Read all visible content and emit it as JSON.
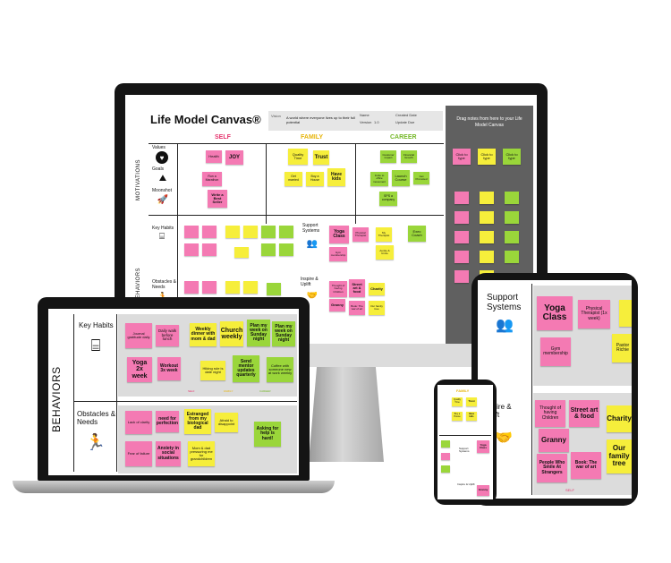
{
  "monitor": {
    "title": "Life Model Canvas®",
    "vision_label": "Vision",
    "vision_text": "A world where everyone lives up to their full potential",
    "meta": [
      {
        "label": "Name",
        "value": ""
      },
      {
        "label": "Version",
        "value": "1.0"
      },
      {
        "label": "Created Date",
        "value": ""
      },
      {
        "label": "Update Due",
        "value": ""
      }
    ],
    "columns": [
      "SELF",
      "FAMILY",
      "CAREER"
    ],
    "section_motivations": "MOTIVATIONS",
    "section_behaviors": "BEHAVIORS",
    "row_labels": [
      "Values",
      "Goals",
      "Moonshot",
      "Key Habits",
      "Obstacles & Needs"
    ],
    "mid_labels": [
      "Support Systems",
      "Inspire & Uplift"
    ],
    "values_notes": [
      "Health",
      "JOY",
      "Quality Time",
      "Trust",
      "Customer impact",
      "Financial Growth"
    ],
    "goals_notes": [
      "Run a Marathon",
      "Get married",
      "Buy a House",
      "Have kids",
      "Invite to office movement",
      "Launch Course",
      "Get Promoted"
    ],
    "moonshot_notes": [
      "Write a Best Seller",
      "SPS a company"
    ],
    "support_notes": [
      "Yoga Class",
      "Physical Therapist",
      "My Therapist",
      "Gym membership",
      "Auntie & Uncle",
      "Exec Coach"
    ],
    "inspire_notes": [
      "Thought of having Children",
      "Street art & food",
      "Charity",
      "Granny",
      "Book: The war of art",
      "Our family tree"
    ],
    "sidebar_text": "Drag notes from here to your Life Model Canvas",
    "sidebar_buttons": [
      "Click to type",
      "Click to type",
      "Click to type"
    ]
  },
  "laptop": {
    "section": "BEHAVIORS",
    "key_habits": "Key Habits",
    "obstacles": "Obstacles & Needs",
    "habit_notes": [
      {
        "text": "Journal gratitude daily",
        "color": "pink"
      },
      {
        "text": "Daily walk before lunch",
        "color": "pink"
      },
      {
        "text": "Weekly dinner with mom & dad",
        "color": "yellow"
      },
      {
        "text": "Church weekly",
        "color": "yellow"
      },
      {
        "text": "Plan my week on Sunday night",
        "color": "green"
      },
      {
        "text": "Plan my week on Sunday night",
        "color": "green"
      },
      {
        "text": "Yoga 2x week",
        "color": "pink"
      },
      {
        "text": "Workout 3x week",
        "color": "pink"
      },
      {
        "text": "Hiking rule is date night",
        "color": "yellow"
      },
      {
        "text": "Send mentor updates quarterly",
        "color": "green"
      },
      {
        "text": "Coffee with someone new at work weekly",
        "color": "green"
      }
    ],
    "obstacle_notes": [
      {
        "text": "Lack of clarity",
        "color": "pink"
      },
      {
        "text": "need for perfection",
        "color": "pink"
      },
      {
        "text": "Estranged from my biological dad",
        "color": "yellow"
      },
      {
        "text": "Afraid to disappoint",
        "color": "yellow"
      },
      {
        "text": "Asking for help is hard!",
        "color": "green"
      },
      {
        "text": "Fear of failure",
        "color": "pink"
      },
      {
        "text": "Anxiety in social situations",
        "color": "pink"
      },
      {
        "text": "Mom & dad pressuring me for grandchildren",
        "color": "yellow"
      }
    ],
    "col_tags": [
      "SELF",
      "FAMILY",
      "CAREER"
    ]
  },
  "tablet": {
    "support_label": "Support Systems",
    "inspire_label": "Inspire & Uplift",
    "self_tag": "SELF",
    "support_notes": [
      "Yoga Class",
      "Physical Therapist (1x week)",
      "Gym membership",
      "Pastor Richie"
    ],
    "inspire_notes": [
      "Thought of having Children",
      "Street art & food",
      "Charity",
      "Granny",
      "People Who Smile At Strangers",
      "Book: The war of art",
      "Our family tree"
    ]
  },
  "phone": {
    "family_header": "FAMILY",
    "notes": [
      "Quality Time",
      "Trust",
      "Buy a House",
      "Have kids"
    ],
    "labels": [
      "Support Systems",
      "Inspire & Uplift"
    ],
    "bottom_notes": [
      "Yoga Class",
      "Granny"
    ]
  }
}
